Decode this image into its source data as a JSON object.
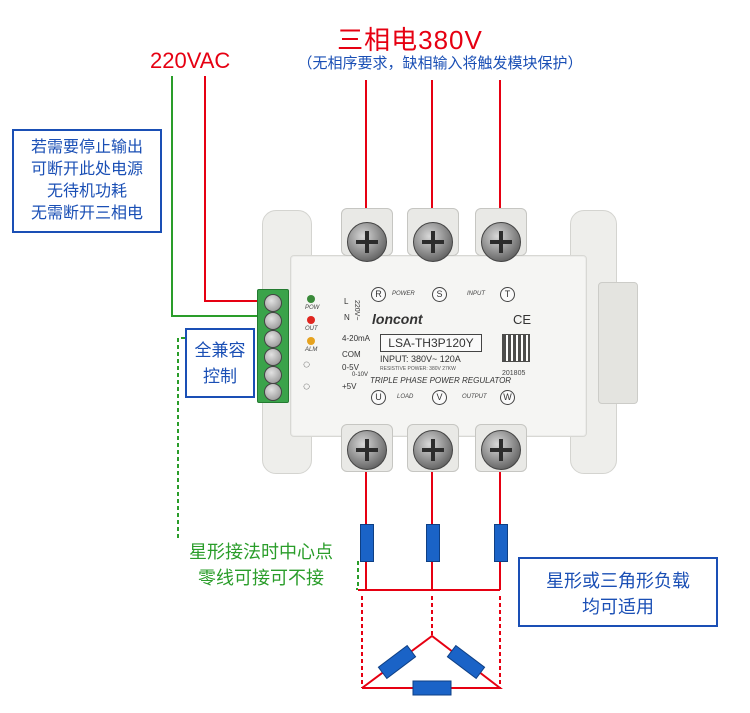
{
  "title_three_phase": "三相电380V",
  "subtitle_three_phase": "（无相序要求，缺相输入将触发模块保护）",
  "label_220vac": "220VAC",
  "stop_note": [
    "若需要停止输出",
    "可断开此处电源",
    "无待机功耗",
    "无需断开三相电"
  ],
  "compat_note": [
    "全兼容",
    "控制"
  ],
  "star_note": [
    "星形接法时中心点",
    "零线可接可不接"
  ],
  "load_note": [
    "星形或三角形负载",
    "均可适用"
  ],
  "module": {
    "brand": "loncont",
    "model": "LSA-TH3P120Y",
    "input_spec": "INPUT:  380V~ 120A",
    "resistive_power": "RESISTIVE POWER:  380V  27KW",
    "type_line": "TRIPLE PHASE POWER REGULATOR",
    "code": "201805",
    "ce_mark": "CE",
    "top_terminals": [
      "R",
      "S",
      "T"
    ],
    "top_labels": [
      "POWER",
      "INPUT"
    ],
    "bottom_terminals": [
      "U",
      "V",
      "W"
    ],
    "bottom_labels": [
      "LOAD",
      "OUTPUT"
    ],
    "leds": [
      "POW",
      "OUT",
      "ALM"
    ],
    "pin_labels": [
      "L",
      "N",
      "220V~",
      "4-20mA",
      "COM",
      "0-5V",
      "0-10V",
      "+5V"
    ]
  },
  "colors": {
    "red_wire": "#e60012",
    "green_wire": "#2a9d2a",
    "blue_text": "#1a4fb5",
    "resistor_blue": "#1a63c7"
  }
}
